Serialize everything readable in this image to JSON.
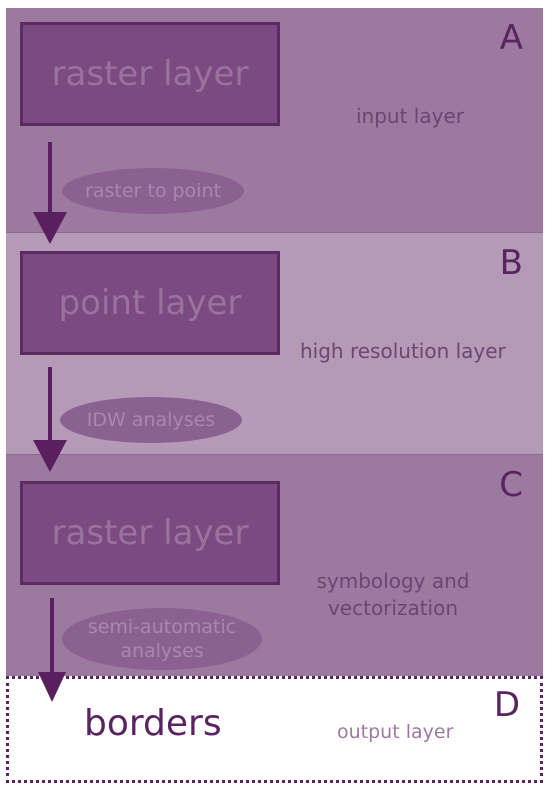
{
  "panels": {
    "a": {
      "letter": "A",
      "box": "raster layer",
      "desc": "input layer"
    },
    "b": {
      "letter": "B",
      "box": "point layer",
      "desc": "high resolution layer"
    },
    "c": {
      "letter": "C",
      "box": "raster layer",
      "desc_line1": "symbology and",
      "desc_line2": "vectorization"
    },
    "d": {
      "letter": "D",
      "box": "borders",
      "desc": "output layer"
    }
  },
  "steps": {
    "ab": "raster to point",
    "bc": "IDW analyses",
    "cd_line1": "semi-automatic",
    "cd_line2": "analyses"
  },
  "colors": {
    "dark_panel": "#9c7a9f",
    "light_panel": "#b59ab8",
    "box_fill": "#7a4a80",
    "arrow": "#5a1f5f"
  }
}
